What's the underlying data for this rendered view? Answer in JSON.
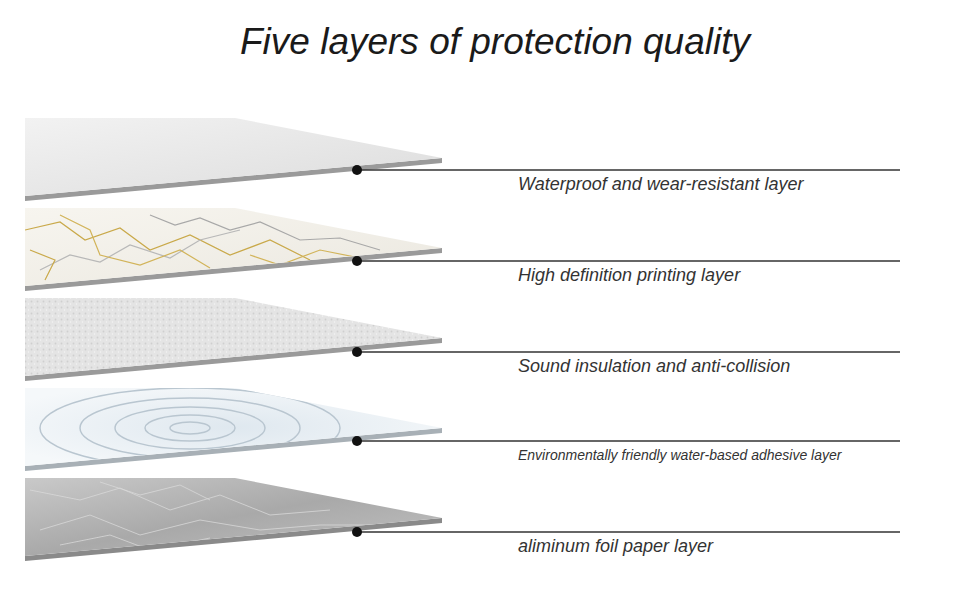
{
  "diagram": {
    "title": "Five layers of protection quality",
    "labels": [
      "Waterproof and wear-resistant layer",
      "High definition printing layer",
      "Sound insulation and anti-collision",
      "Environmentally friendly water-based adhesive layer",
      "aliminum foil paper layer"
    ]
  }
}
